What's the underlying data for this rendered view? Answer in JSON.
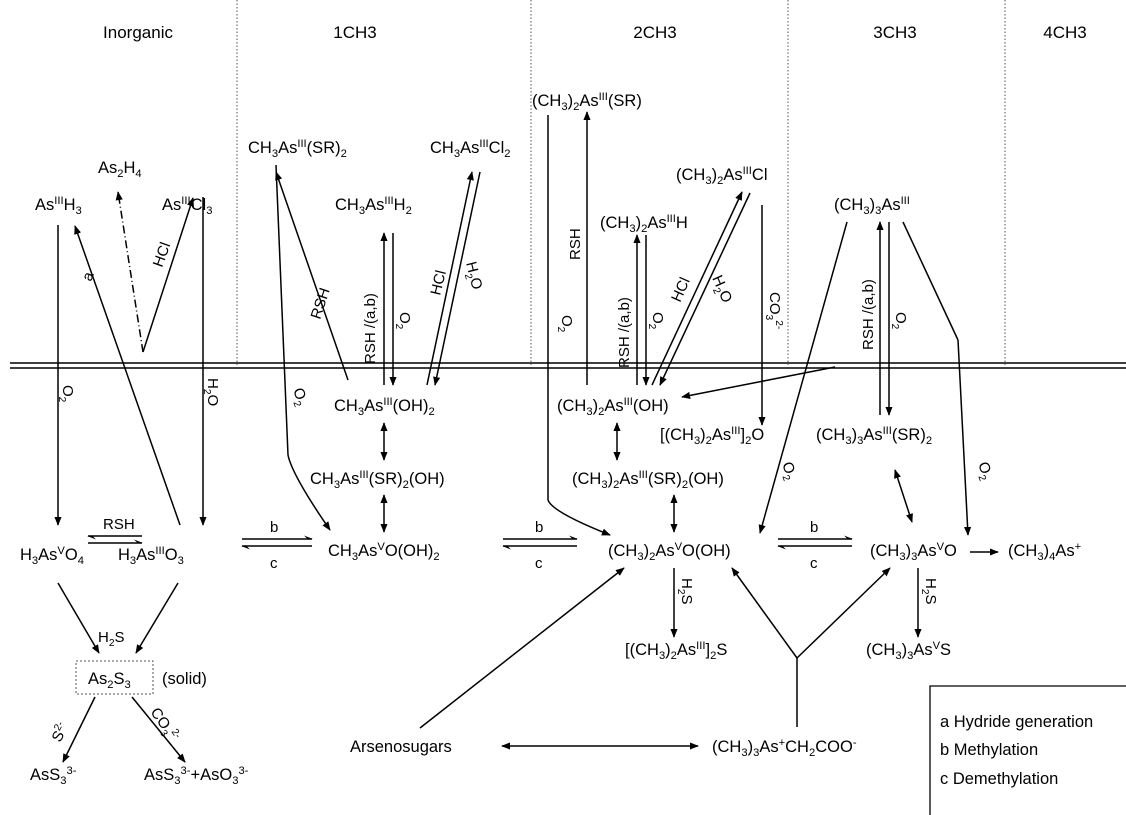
{
  "columns": [
    "Inorganic",
    "1CH3",
    "2CH3",
    "3CH3",
    "4CH3"
  ],
  "species": {
    "asH3": "AsIIIH3",
    "as2H4": "As2H4",
    "asCl3": "AsIIICl3",
    "ch3as_sr2": "CH3AsIII(SR)2",
    "ch3ascl2": "CH3AsIIICl2",
    "ch3ash2": "CH3AsIIIH2",
    "me2as_sr": "(CH3)2AsIII(SR)",
    "me2ascl": "(CH3)2AsIIICl",
    "me2ash": "(CH3)2AsIIIH",
    "me3as": "(CH3)3AsIII",
    "ch3as_oh2": "CH3AsIII(OH)2",
    "ch3as_sr2oh": "CH3AsIII(SR)2(OH)",
    "me2as_oh": "(CH3)2AsIII(OH)",
    "me2as_sr2oh": "(CH3)2AsIII(SR)2(OH)",
    "me2as2o": "[(CH3)2AsIII]2O",
    "me3as_sr2": "(CH3)3AsIII(SR)2",
    "h3aso4": "H3AsVO4",
    "h3aso3": "H3AsIIIO3",
    "mma": "CH3AsVO(OH)2",
    "dma": "(CH3)2AsVO(OH)",
    "tmao": "(CH3)3AsVO",
    "tetra": "(CH3)4As+",
    "as2s3": "As2S3",
    "solid": "(solid)",
    "me2as2s": "[(CH3)2AsIII]2S",
    "me3as_s": "(CH3)3AsVS",
    "ass3": "AsS33-",
    "ass3_aso3": "AsS33-+AsO33-",
    "arsenosugars": "Arsenosugars",
    "arsenobetaine": "(CH3)3As+CH2COO-"
  },
  "reagents": {
    "a": "a",
    "hcl": "HCl",
    "o2": "O2",
    "h2o": "H2O",
    "rsh": "RSH",
    "rsh_ab": "RSH /(a,b)",
    "h2s": "H2S",
    "co3": "CO32-",
    "s2": "S2-",
    "b": "b",
    "c": "c"
  },
  "legend": {
    "a": "a Hydride generation",
    "b": "b Methylation",
    "c": "c Demethylation"
  }
}
